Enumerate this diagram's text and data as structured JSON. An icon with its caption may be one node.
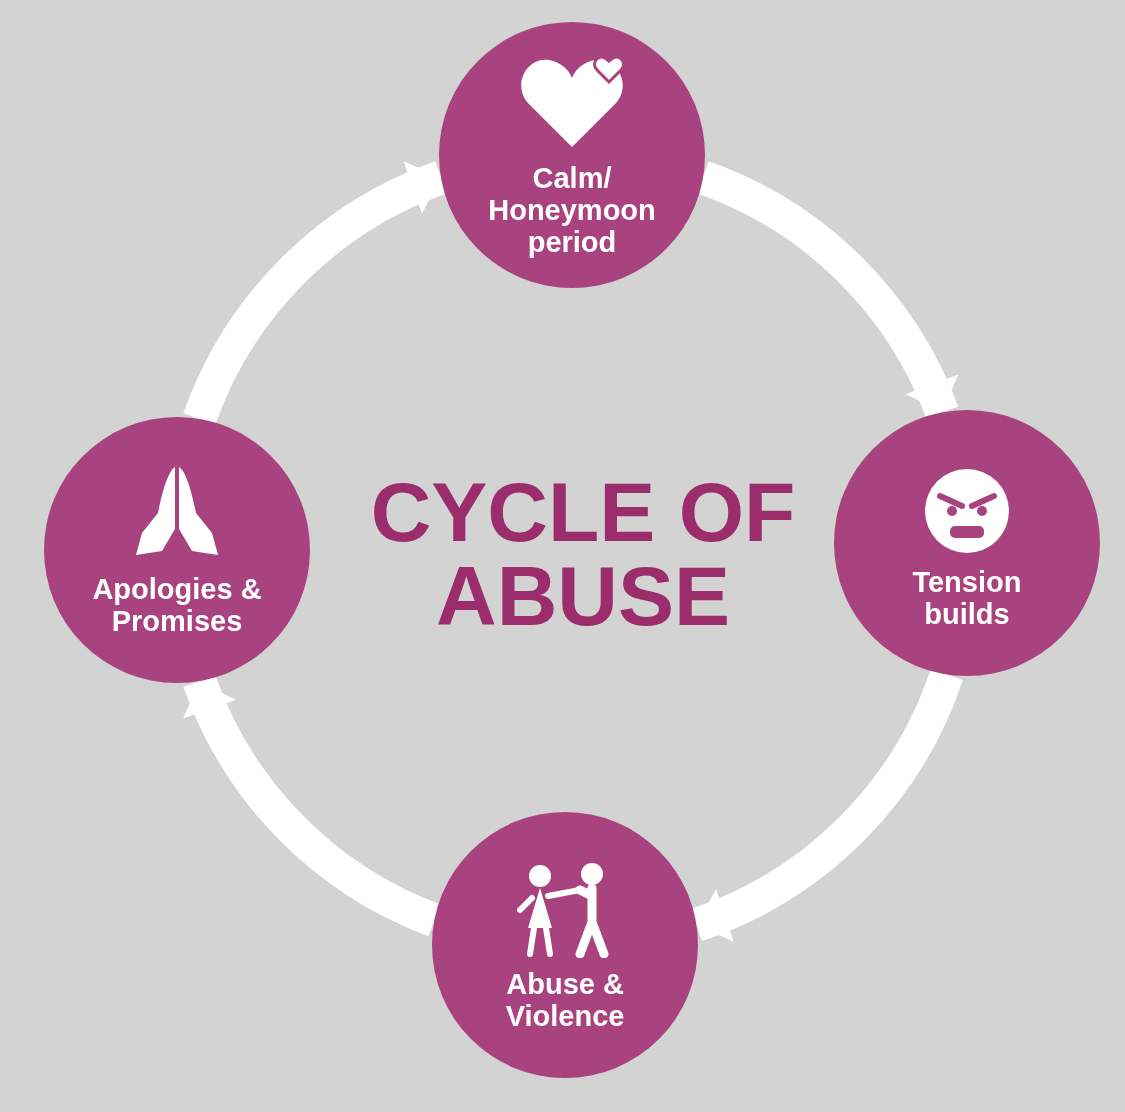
{
  "diagram": {
    "title": "CYCLE OF ABUSE",
    "nodes": [
      {
        "text": [
          "Calm/ Honeymoon period"
        ]
      },
      {
        "text": [
          "Tension builds"
        ]
      },
      {
        "text": [
          "Abuse & Violence"
        ]
      },
      {
        "text": [
          "Apologies & Promises"
        ]
      }
    ],
    "edges": [
      {
        "from": 0,
        "to": 1,
        "arrow": "to"
      },
      {
        "from": 1,
        "to": 2,
        "arrow": "to"
      },
      {
        "from": 2,
        "to": 3,
        "arrow": "to"
      },
      {
        "from": 3,
        "to": 0,
        "arrow": "to"
      }
    ]
  }
}
